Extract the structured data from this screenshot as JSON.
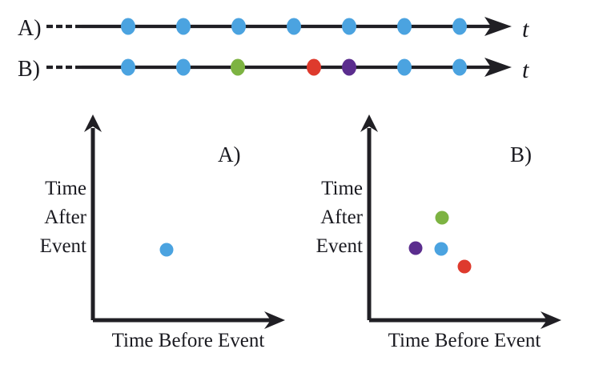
{
  "figure": {
    "background_color": "#ffffff",
    "ink_color": "#201f24",
    "palette": {
      "blue": "#4ba3e0",
      "green": "#7db342",
      "red": "#de3a2d",
      "purple": "#5b2d8e"
    },
    "timelines": {
      "row_a": {
        "row_label": "A)",
        "axis_variable_label": "t",
        "lead_dash_count": 4,
        "events": [
          {
            "index": 1,
            "x": 160,
            "color_name": "blue"
          },
          {
            "index": 2,
            "x": 229,
            "color_name": "blue"
          },
          {
            "index": 3,
            "x": 298,
            "color_name": "blue"
          },
          {
            "index": 4,
            "x": 367,
            "color_name": "blue"
          },
          {
            "index": 5,
            "x": 436,
            "color_name": "blue"
          },
          {
            "index": 6,
            "x": 505,
            "color_name": "blue"
          },
          {
            "index": 7,
            "x": 574,
            "color_name": "blue"
          }
        ]
      },
      "row_b": {
        "row_label": "B)",
        "axis_variable_label": "t",
        "lead_dash_count": 4,
        "events": [
          {
            "index": 1,
            "x": 160,
            "color_name": "blue"
          },
          {
            "index": 2,
            "x": 229,
            "color_name": "blue"
          },
          {
            "index": 3,
            "x": 297,
            "color_name": "green"
          },
          {
            "index": 4,
            "x": 392,
            "color_name": "red"
          },
          {
            "index": 5,
            "x": 436,
            "color_name": "purple"
          },
          {
            "index": 6,
            "x": 505,
            "color_name": "blue"
          },
          {
            "index": 7,
            "x": 574,
            "color_name": "blue"
          }
        ]
      }
    },
    "plots": [
      {
        "id": "plot-a",
        "panel_label": "A)",
        "ylabel_lines": [
          "Time",
          "After",
          "Event"
        ],
        "xlabel": "Time Before Event",
        "points": [
          {
            "label": "blue-point",
            "color_name": "blue",
            "cx": 208,
            "cy": 312,
            "r": 8.5
          }
        ]
      },
      {
        "id": "plot-b",
        "panel_label": "B)",
        "ylabel_lines": [
          "Time",
          "After",
          "Event"
        ],
        "xlabel": "Time Before Event",
        "points": [
          {
            "label": "green-point",
            "color_name": "green",
            "cx": 552,
            "cy": 272,
            "r": 8.5
          },
          {
            "label": "purple-point",
            "color_name": "purple",
            "cx": 519,
            "cy": 310,
            "r": 8.5
          },
          {
            "label": "blue-point",
            "color_name": "blue",
            "cx": 551,
            "cy": 311,
            "r": 8.5
          },
          {
            "label": "red-point",
            "color_name": "red",
            "cx": 580,
            "cy": 333,
            "r": 8.5
          }
        ]
      }
    ]
  },
  "chart_data": {
    "type": "scatter",
    "title": "",
    "panels": [
      {
        "name": "A)",
        "xlabel": "Time Before Event",
        "ylabel": "Time After Event",
        "grid": false,
        "legend": "none",
        "series": [
          {
            "name": "blue",
            "color": "#4ba3e0",
            "x": [
              0.42
            ],
            "y": [
              0.38
            ]
          }
        ]
      },
      {
        "name": "B)",
        "xlabel": "Time Before Event",
        "ylabel": "Time After Event",
        "grid": false,
        "legend": "none",
        "series": [
          {
            "name": "green",
            "color": "#7db342",
            "x": [
              0.4
            ],
            "y": [
              0.55
            ]
          },
          {
            "name": "purple",
            "color": "#5b2d8e",
            "x": [
              0.26
            ],
            "y": [
              0.39
            ]
          },
          {
            "name": "blue",
            "color": "#4ba3e0",
            "x": [
              0.39
            ],
            "y": [
              0.38
            ]
          },
          {
            "name": "red",
            "color": "#de3a2d",
            "x": [
              0.51
            ],
            "y": [
              0.29
            ]
          }
        ]
      }
    ],
    "timeline_series": [
      {
        "name": "A)",
        "axis": "t",
        "event_colors": [
          "blue",
          "blue",
          "blue",
          "blue",
          "blue",
          "blue",
          "blue"
        ],
        "event_positions": [
          160,
          229,
          298,
          367,
          436,
          505,
          574
        ]
      },
      {
        "name": "B)",
        "axis": "t",
        "event_colors": [
          "blue",
          "blue",
          "green",
          "red",
          "purple",
          "blue",
          "blue"
        ],
        "event_positions": [
          160,
          229,
          297,
          392,
          436,
          505,
          574
        ]
      }
    ]
  }
}
